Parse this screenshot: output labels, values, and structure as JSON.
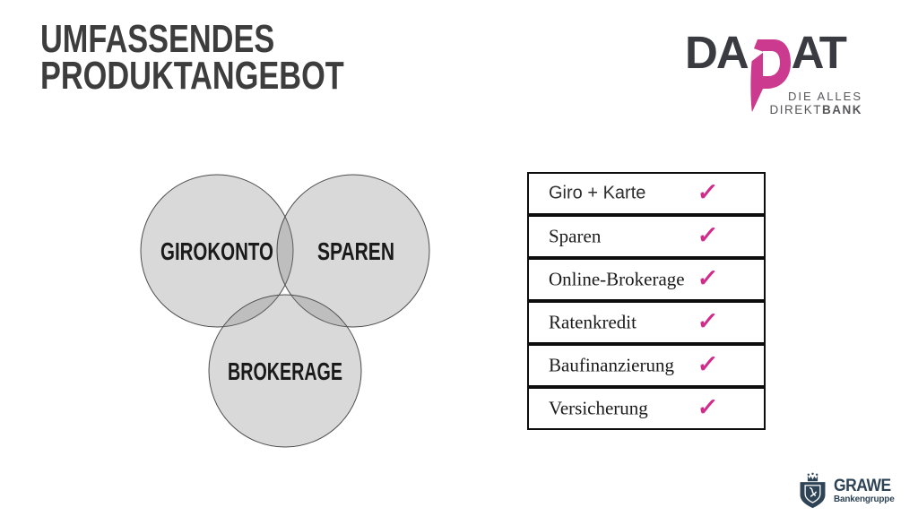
{
  "slide": {
    "title_line1": "UMFASSENDES",
    "title_line2": "PRODUKTANGEBOT"
  },
  "dadat_logo": {
    "wordmark_left": "DA",
    "wordmark_right": "AT",
    "tagline_line1": "DIE ALLES",
    "tagline_line2_regular": "DIREKT",
    "tagline_line2_bold": "BANK"
  },
  "venn": {
    "circle1_label": "GIROKONTO",
    "circle2_label": "SPAREN",
    "circle3_label": "BROKERAGE"
  },
  "product_table": {
    "check_glyph": "✓",
    "rows": [
      {
        "label": "Giro + Karte"
      },
      {
        "label": "Sparen"
      },
      {
        "label": "Online-Brokerage"
      },
      {
        "label": "Ratenkredit"
      },
      {
        "label": "Baufinanzierung"
      },
      {
        "label": "Versicherung"
      }
    ]
  },
  "grawe_logo": {
    "name": "GRAWE",
    "subtitle": "Bankengruppe"
  },
  "colors": {
    "brand_pink": "#cb3a8e",
    "check_pink": "#d02b8d",
    "title_gray": "#3d3d3d",
    "grawe_navy": "#2e4456",
    "circle_fill": "#d9d9d9",
    "circle_stroke": "#4d4d4d"
  }
}
